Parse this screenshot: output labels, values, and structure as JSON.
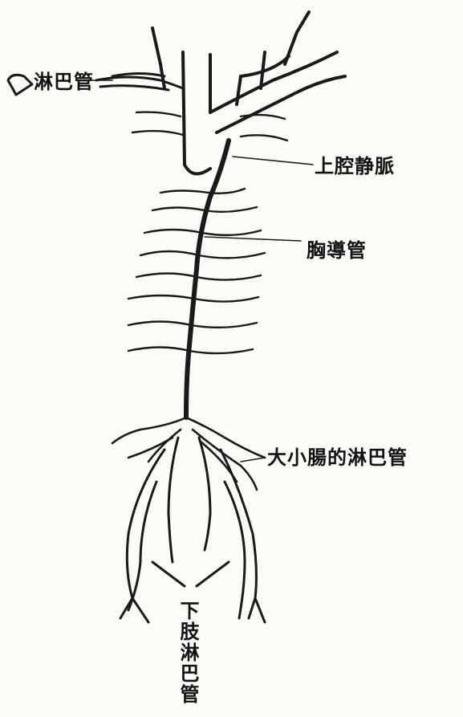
{
  "labels": {
    "lymph_vessel_top": "淋巴管",
    "vena_cava": "上腔静脈",
    "thoracic_duct": "胸導管",
    "intestinal_lymph": "大小腸的淋巴管",
    "lower_limb_lymph": "下肢淋巴管"
  },
  "colors": {
    "ink": "#1a1a1a",
    "paper": "#fbfbf8"
  }
}
